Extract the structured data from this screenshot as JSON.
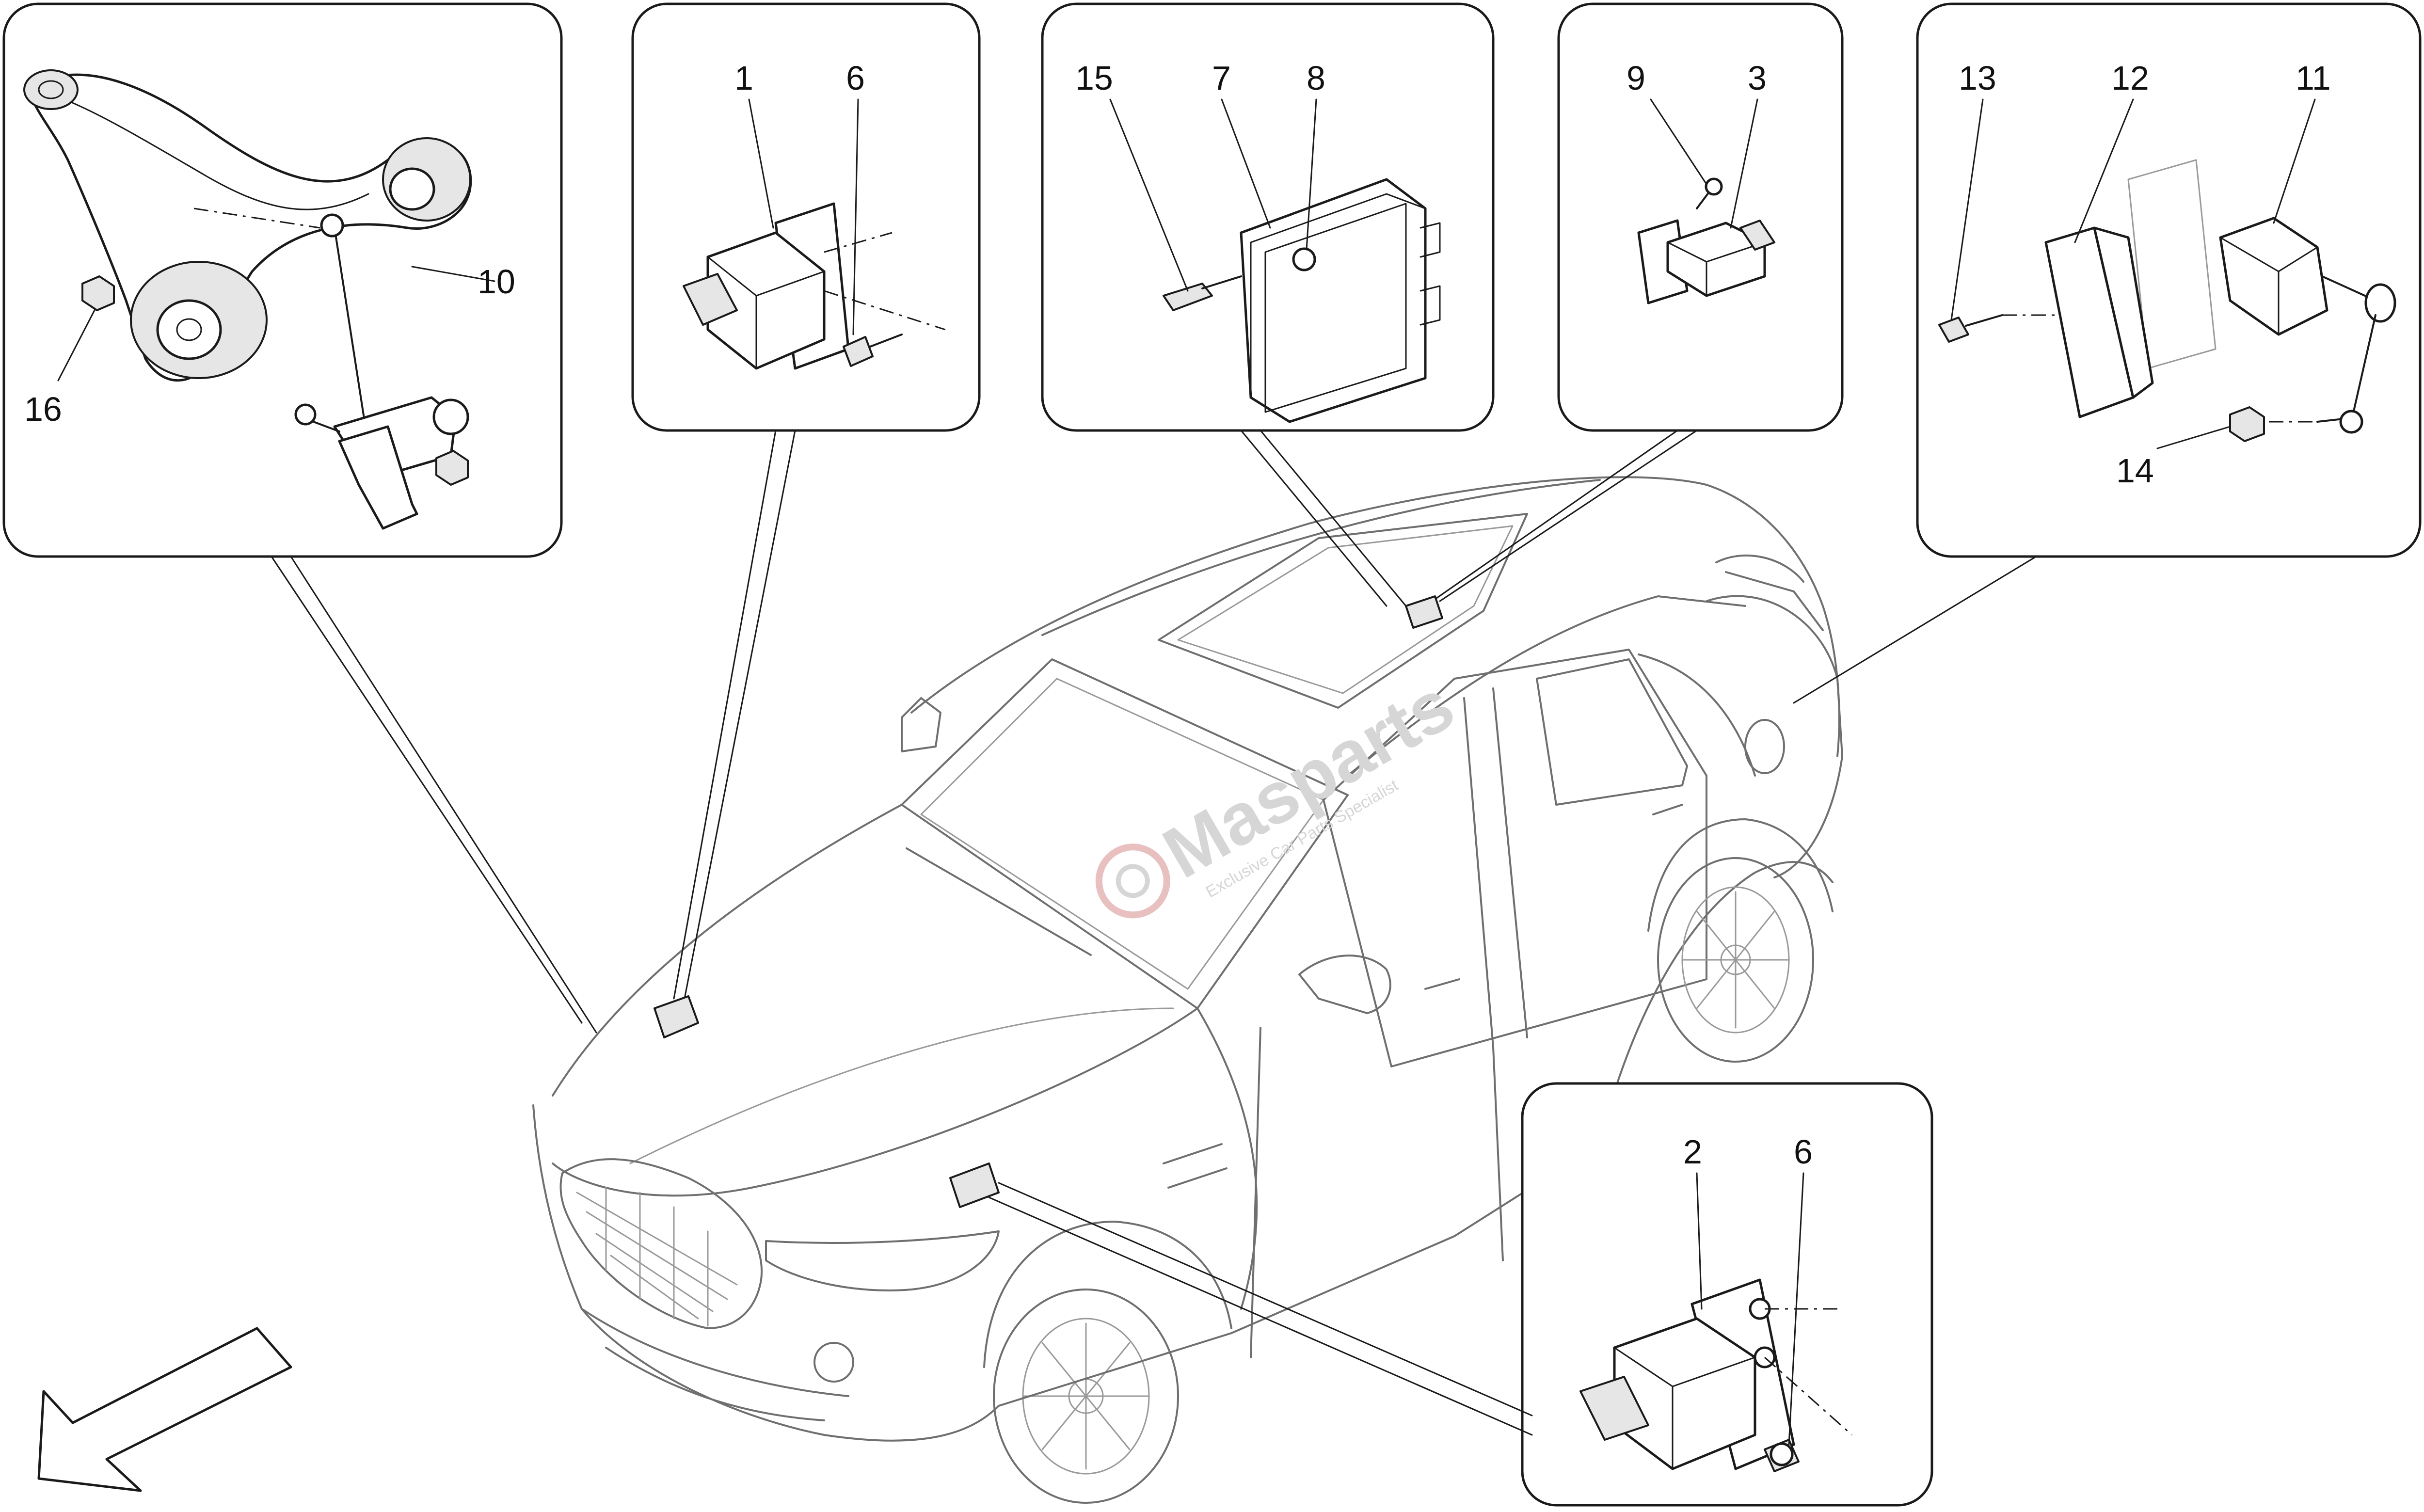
{
  "diagram": {
    "callouts": {
      "p1_10": "10",
      "p1_16": "16",
      "p2_1": "1",
      "p2_6": "6",
      "p3_15": "15",
      "p3_7": "7",
      "p3_8": "8",
      "p4_9": "9",
      "p4_3": "3",
      "p5_13": "13",
      "p5_12": "12",
      "p5_11": "11",
      "p5_14": "14",
      "p6_2": "2",
      "p6_6": "6"
    },
    "watermark": {
      "brand": "Masparts",
      "tagline": "Exclusive Car Parts Specialist"
    }
  }
}
